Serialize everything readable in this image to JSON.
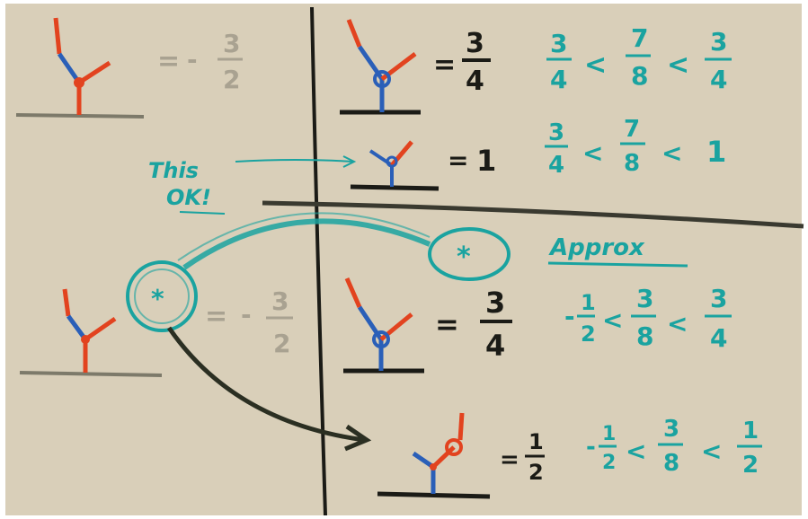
{
  "colors": {
    "board": "#d9cfb9",
    "black_marker": "#1b1b16",
    "green_marker": "#1aa3a0",
    "red_marker": "#e2431f",
    "blue_marker": "#2a5fb8",
    "faded_marker": "#a9a291"
  },
  "left": {
    "top_eq": {
      "sign": "=",
      "minus": "-",
      "num": "3",
      "den": "2"
    },
    "bottom_eq": {
      "sign": "=",
      "minus": "-",
      "num": "3",
      "den": "2"
    }
  },
  "right": {
    "row1": {
      "sign": "=",
      "num": "3",
      "den": "4",
      "ineq": [
        "3",
        "4",
        "<",
        "7",
        "8",
        "<",
        "3",
        "4"
      ]
    },
    "row2": {
      "sign": "=",
      "value": "1",
      "ineq": [
        "3",
        "4",
        "<",
        "7",
        "8",
        "<",
        "1"
      ]
    },
    "row3": {
      "sign": "=",
      "num": "3",
      "den": "4",
      "ineq": [
        "-",
        "1",
        "2",
        "<",
        "3",
        "8",
        "<",
        "3",
        "4"
      ]
    },
    "row4": {
      "sign": "=",
      "num": "1",
      "den": "2",
      "ineq": [
        "-",
        "1",
        "2",
        "<",
        "3",
        "8",
        "<",
        "1",
        "2"
      ]
    }
  },
  "annotations": {
    "note_line1": "This",
    "note_line2": "OK!",
    "approx": "Approx"
  }
}
